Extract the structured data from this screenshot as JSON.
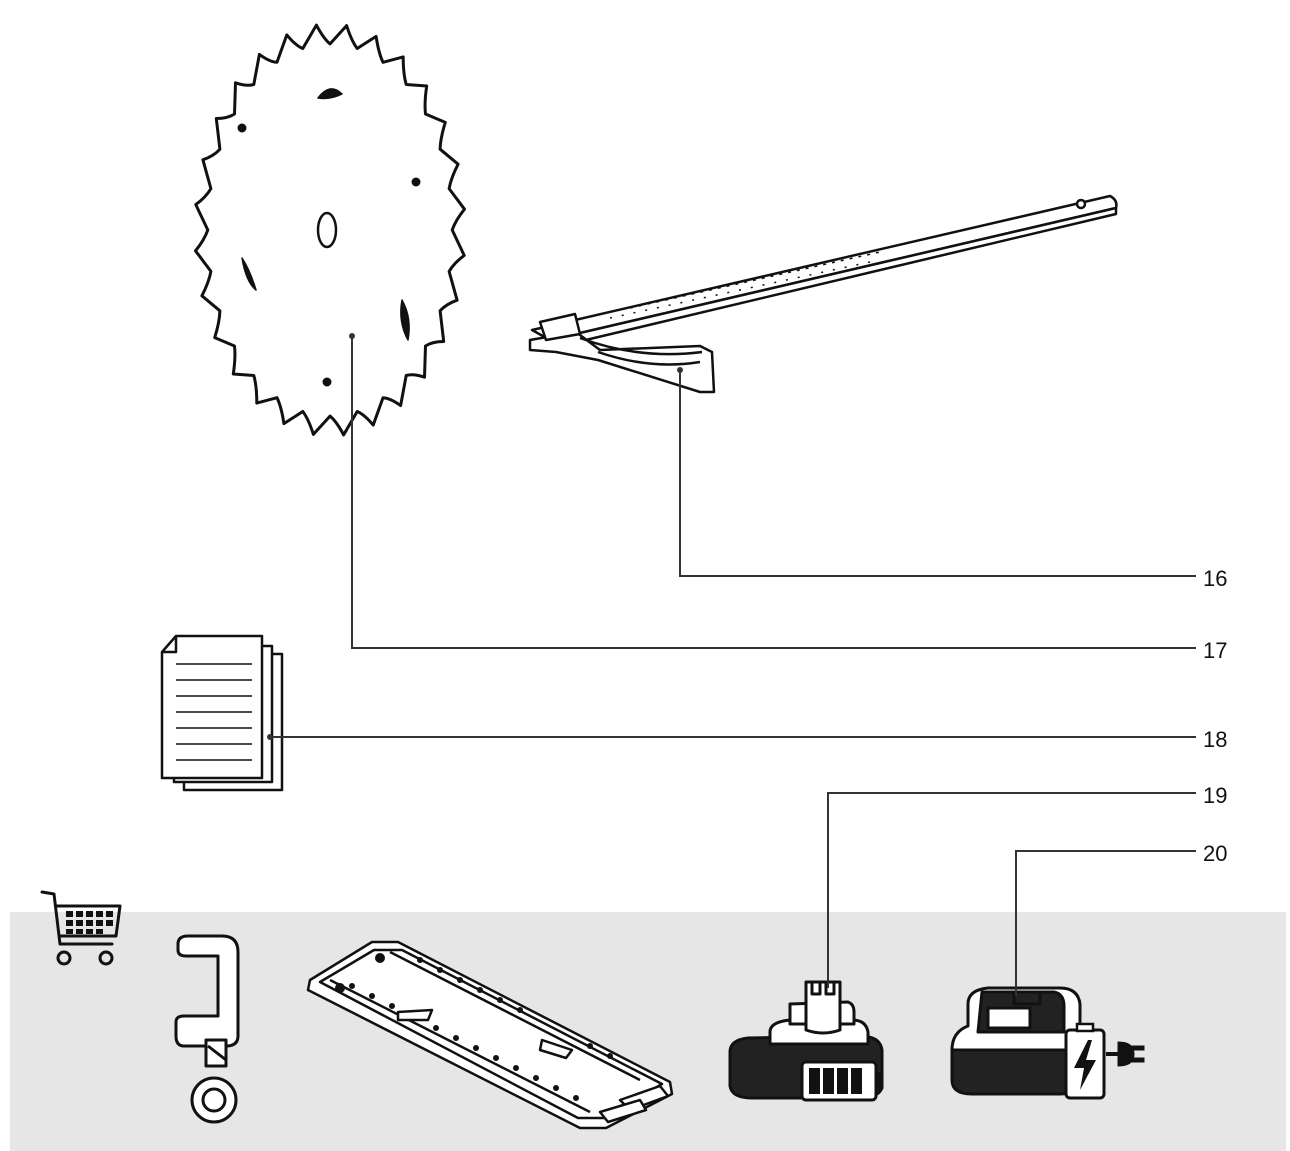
{
  "colors": {
    "line": "#111111",
    "leader": "#333333",
    "accessory_band": "#e6e6e6",
    "background": "#ffffff"
  },
  "callouts": [
    {
      "id": "16",
      "label": "16",
      "part": "angle-stop-guide"
    },
    {
      "id": "17",
      "label": "17",
      "part": "saw-blade"
    },
    {
      "id": "18",
      "label": "18",
      "part": "manual-documents"
    },
    {
      "id": "19",
      "label": "19",
      "part": "battery-pack"
    },
    {
      "id": "20",
      "label": "20",
      "part": "charger"
    }
  ],
  "icons": {
    "accessories": "shopping-cart-icon",
    "charge": "battery-charging-icon",
    "mains": "power-plug-icon",
    "battery_level": "battery-level-icon"
  }
}
